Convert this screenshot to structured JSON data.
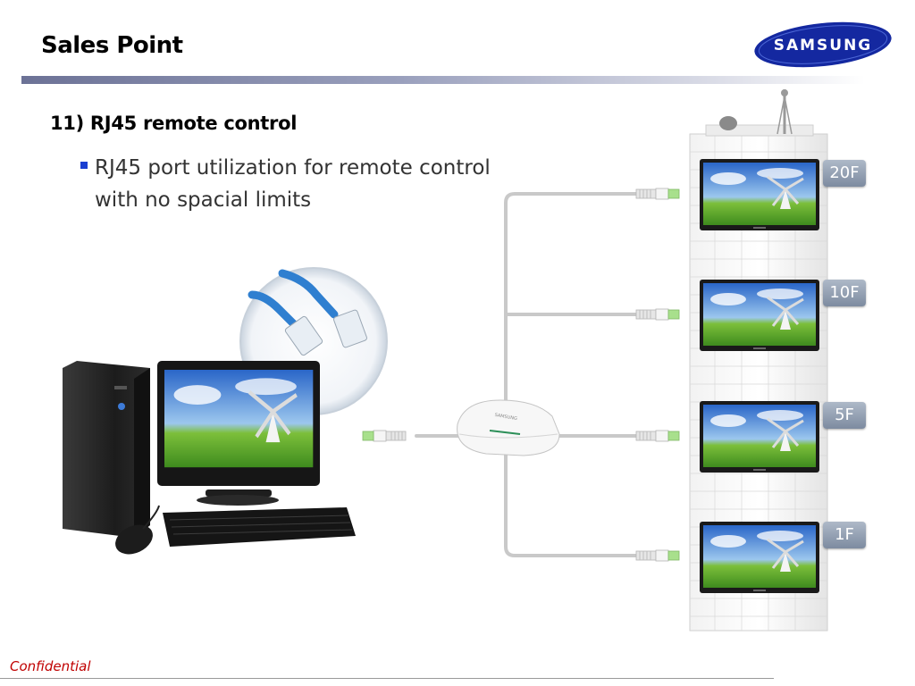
{
  "slide": {
    "title": "Sales Point",
    "subtitle": "11) RJ45 remote control",
    "bullet": {
      "line1": "RJ45 port utilization for remote control",
      "line2": "with no spacial limits"
    },
    "footer": "Confidential"
  },
  "logo": {
    "text": "SAMSUNG",
    "color": "#1428a0"
  },
  "floors": [
    {
      "label": "20F"
    },
    {
      "label": "10F"
    },
    {
      "label": "5F"
    },
    {
      "label": "1F"
    }
  ],
  "colors": {
    "bullet": "#1a3fd1",
    "footer_text": "#c00000",
    "cable": "#c9c9c9",
    "rj45_plug": "#a8e08c",
    "cable_closeup": "#2f7fd0"
  }
}
